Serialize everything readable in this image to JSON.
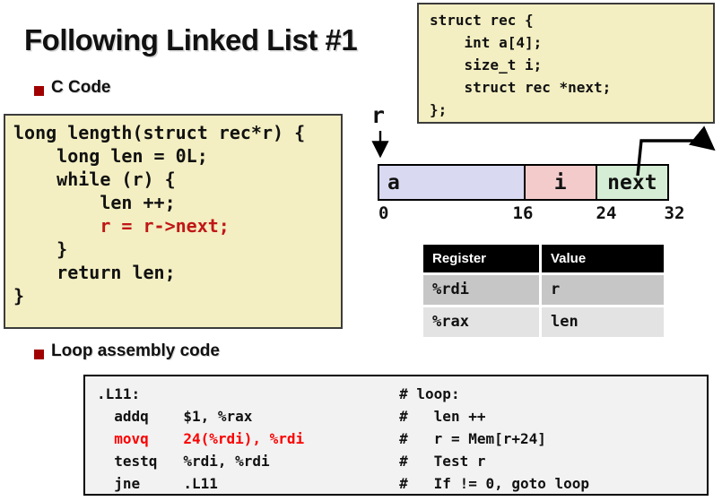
{
  "slide": {
    "title": "Following Linked List #1"
  },
  "sections": {
    "c_code_label": "C Code",
    "asm_label": "Loop assembly code"
  },
  "struct_box": {
    "lines": [
      "struct rec {",
      "    int a[4];",
      "    size_t i;",
      "    struct rec *next;",
      "};"
    ]
  },
  "c_code_box": {
    "lines": [
      {
        "text": "long length(struct rec*r) {",
        "red": false
      },
      {
        "text": "    long len = 0L;",
        "red": false
      },
      {
        "text": "    while (r) {",
        "red": false
      },
      {
        "text": "        len ++;",
        "red": false
      },
      {
        "text": "        r = r->next;",
        "red": true
      },
      {
        "text": "    }",
        "red": false
      },
      {
        "text": "    return len;",
        "red": false
      },
      {
        "text": "}",
        "red": false
      }
    ]
  },
  "memory_diagram": {
    "pointer_label": "r",
    "cells": [
      {
        "label": "a",
        "color": "#d9d9f1",
        "width_pct": 50,
        "align": "left"
      },
      {
        "label": "i",
        "color": "#f3cbcb",
        "width_pct": 25,
        "align": "center"
      },
      {
        "label": "next",
        "color": "#d5edd5",
        "width_pct": 25,
        "align": "center"
      }
    ],
    "offsets": [
      "0",
      "16",
      "24",
      "32"
    ]
  },
  "register_table": {
    "headers": [
      "Register",
      "Value"
    ],
    "rows": [
      [
        "%rdi",
        "r"
      ],
      [
        "%rax",
        "len"
      ]
    ],
    "row_colors": [
      "#c6c6c6",
      "#e3e3e3"
    ]
  },
  "assembly_box": {
    "lines": [
      {
        "instr": ".L11:",
        "comment": "# loop:",
        "red": false
      },
      {
        "instr": "  addq    $1, %rax",
        "comment": "#   len ++",
        "red": false
      },
      {
        "instr": "  movq    24(%rdi), %rdi",
        "comment": "#   r = Mem[r+24]",
        "red": true
      },
      {
        "instr": "  testq   %rdi, %rdi",
        "comment": "#   Test r",
        "red": false
      },
      {
        "instr": "  jne     .L11",
        "comment": "#   If != 0, goto loop",
        "red": false
      }
    ]
  },
  "colors": {
    "box_yellow": "#f3efc2",
    "asm_box_bg": "#f2f2f2",
    "cell_a": "#d9d9f1",
    "cell_i": "#f3cbcb",
    "cell_next": "#d5edd5",
    "c_code_red": "#c01717",
    "asm_red": "#fb0000",
    "bullet_red": "#a00000",
    "table_header_bg": "#000000"
  }
}
